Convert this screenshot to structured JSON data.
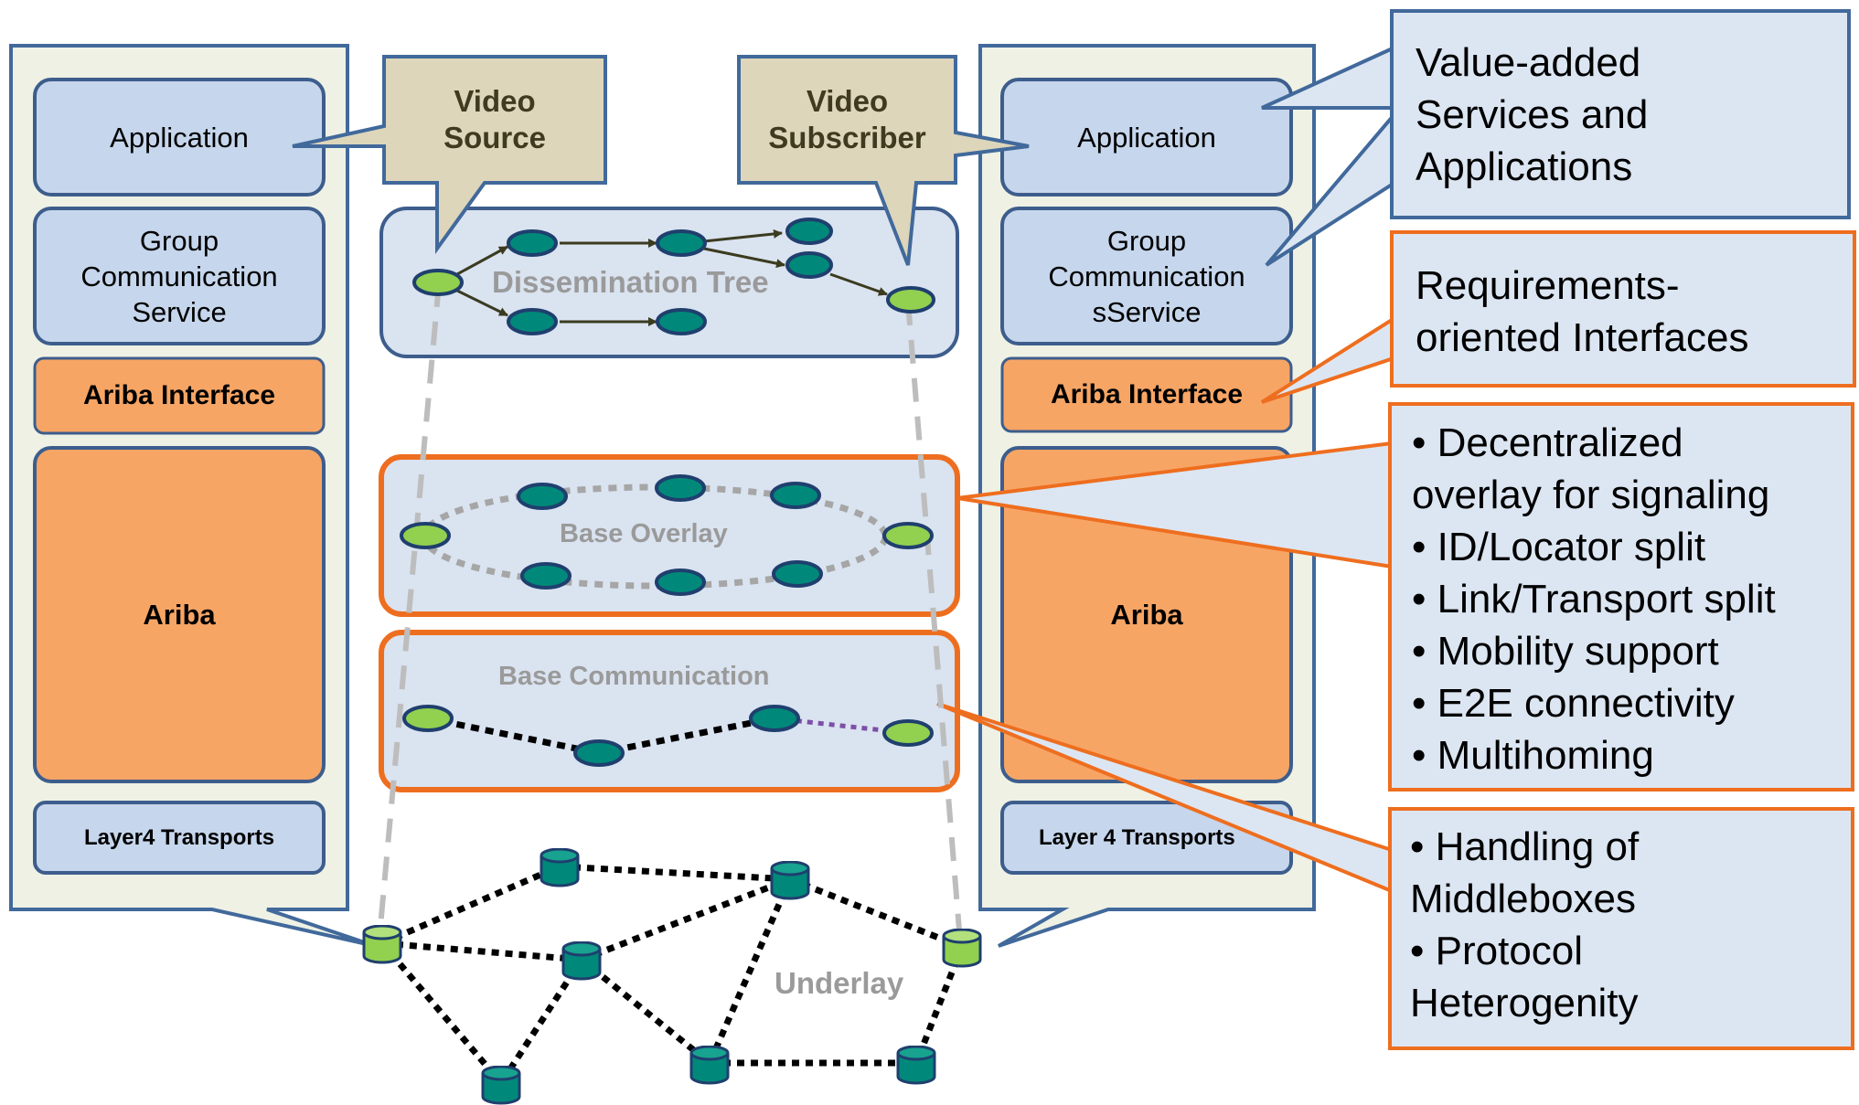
{
  "left_stack": {
    "application": "Application",
    "group_service": [
      "Group",
      "Communication",
      "Service"
    ],
    "ariba_interface": "Ariba Interface",
    "ariba": "Ariba",
    "transport": "Layer4 Transports"
  },
  "right_stack": {
    "application": "Application",
    "group_service": [
      "Group",
      "Communication",
      "sService"
    ],
    "ariba_interface": "Ariba Interface",
    "ariba": "Ariba",
    "transport": "Layer 4 Transports"
  },
  "video_source": [
    "Video",
    "Source"
  ],
  "video_subscriber": [
    "Video",
    "Subscriber"
  ],
  "layers": {
    "dissemination_tree": "Dissemination Tree",
    "base_overlay": "Base Overlay",
    "base_communication": "Base Communication",
    "underlay": "Underlay"
  },
  "callouts": {
    "value_added": [
      "Value-added",
      "Services and",
      "Applications"
    ],
    "requirements": [
      "Requirements-",
      "oriented Interfaces"
    ],
    "overlay_features": [
      "• Decentralized",
      "overlay for signaling",
      "• ID/Locator split",
      "• Link/Transport split",
      "• Mobility support",
      "• E2E connectivity",
      "• Multihoming"
    ],
    "middlebox_features": [
      "• Handling of",
      "Middleboxes",
      "• Protocol",
      "Heterogenity"
    ]
  },
  "colors": {
    "blue_box_fill": "#c6d6ec",
    "blue_box_stroke": "#3d5d8c",
    "orange_fill": "#f7a565",
    "orange_stroke": "#e8691f",
    "panel_fill": "#eef1e4",
    "video_fill": "#ddd6bb",
    "teal_node": "#00897a",
    "green_node": "#92d050",
    "callout_fill": "#dce6f2"
  }
}
